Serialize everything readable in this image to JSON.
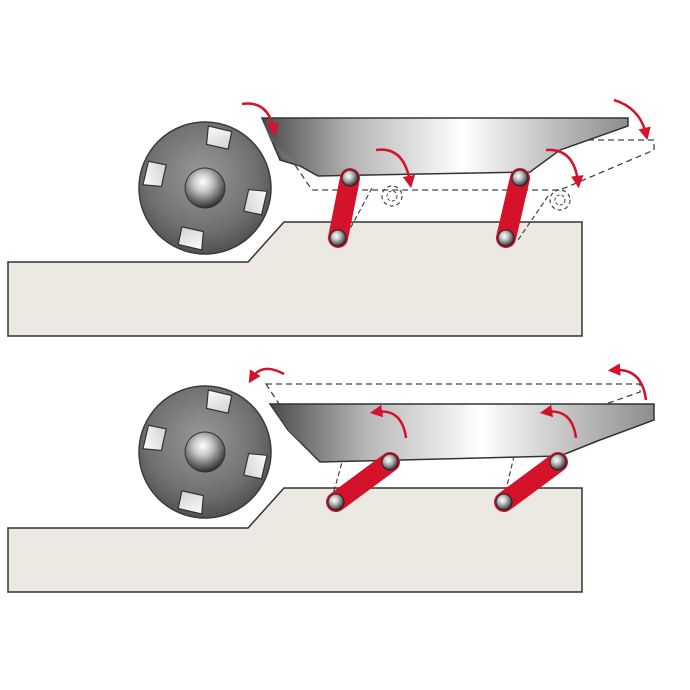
{
  "diagram": {
    "panels": [
      {
        "state": "raised",
        "arrow_direction": "clockwise"
      },
      {
        "state": "lowered",
        "arrow_direction": "counterclockwise"
      }
    ],
    "colors": {
      "background": "#ffffff",
      "base": "#ece8e2",
      "outline": "#333333",
      "link": "#d4122a",
      "arrow": "#d4122a",
      "ghost_line": "#444444"
    },
    "icons": [
      "cutter-head-icon",
      "knife-insert-icon",
      "hinge-pin-icon",
      "rotation-arrow-icon",
      "dashed-ghost-outline"
    ]
  }
}
